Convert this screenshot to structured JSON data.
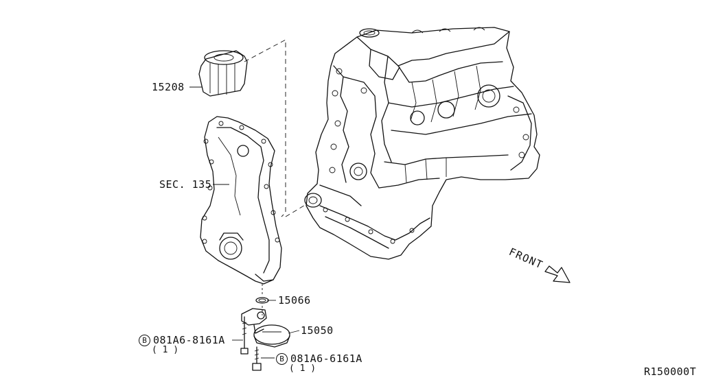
{
  "diagram": {
    "part_oil_filter": "15208",
    "part_front_cover_ref": "SEC. 135",
    "part_o_ring": "15066",
    "part_strainer": "15050",
    "bolt_upper": {
      "marker": "B",
      "code": "081A6-8161A",
      "qty": "( 1 )"
    },
    "bolt_lower": {
      "marker": "B",
      "code": "081A6-6161A",
      "qty": "( 1 )"
    },
    "direction_label": "FRONT",
    "figure_id": "R150000T"
  }
}
